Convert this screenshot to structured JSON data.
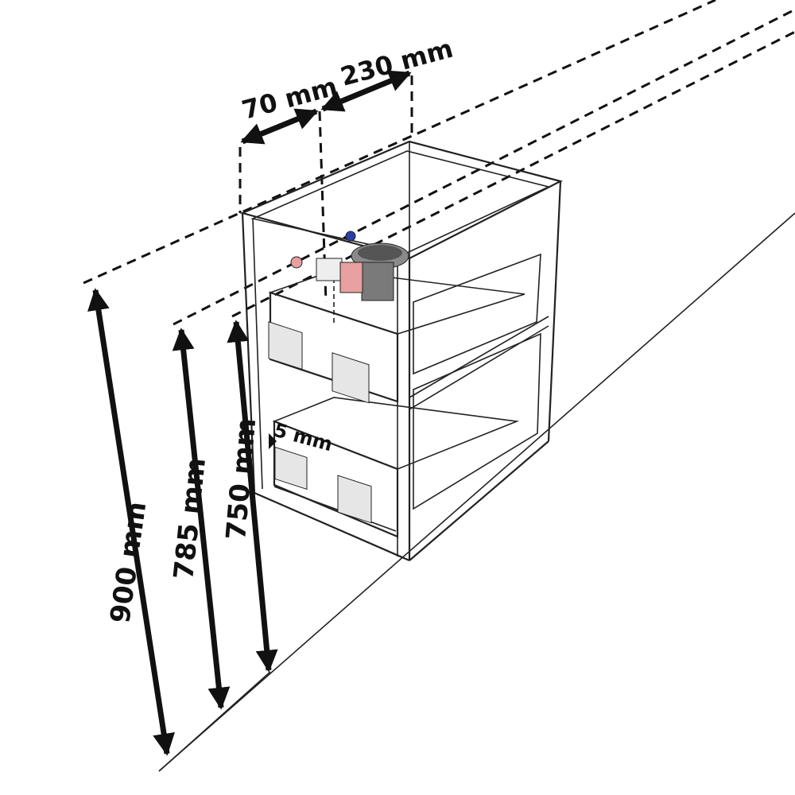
{
  "dimensions": {
    "width_left": "70 mm",
    "width_right": "230 mm",
    "gap": "5 mm",
    "height_total": "900 mm",
    "height_mid": "785 mm",
    "height_low": "750 mm"
  },
  "colors": {
    "line": "#111111",
    "hot_valve": "#e8a0a0",
    "cold_valve": "#2b3fa8",
    "siphon": "#7a7a7a"
  }
}
